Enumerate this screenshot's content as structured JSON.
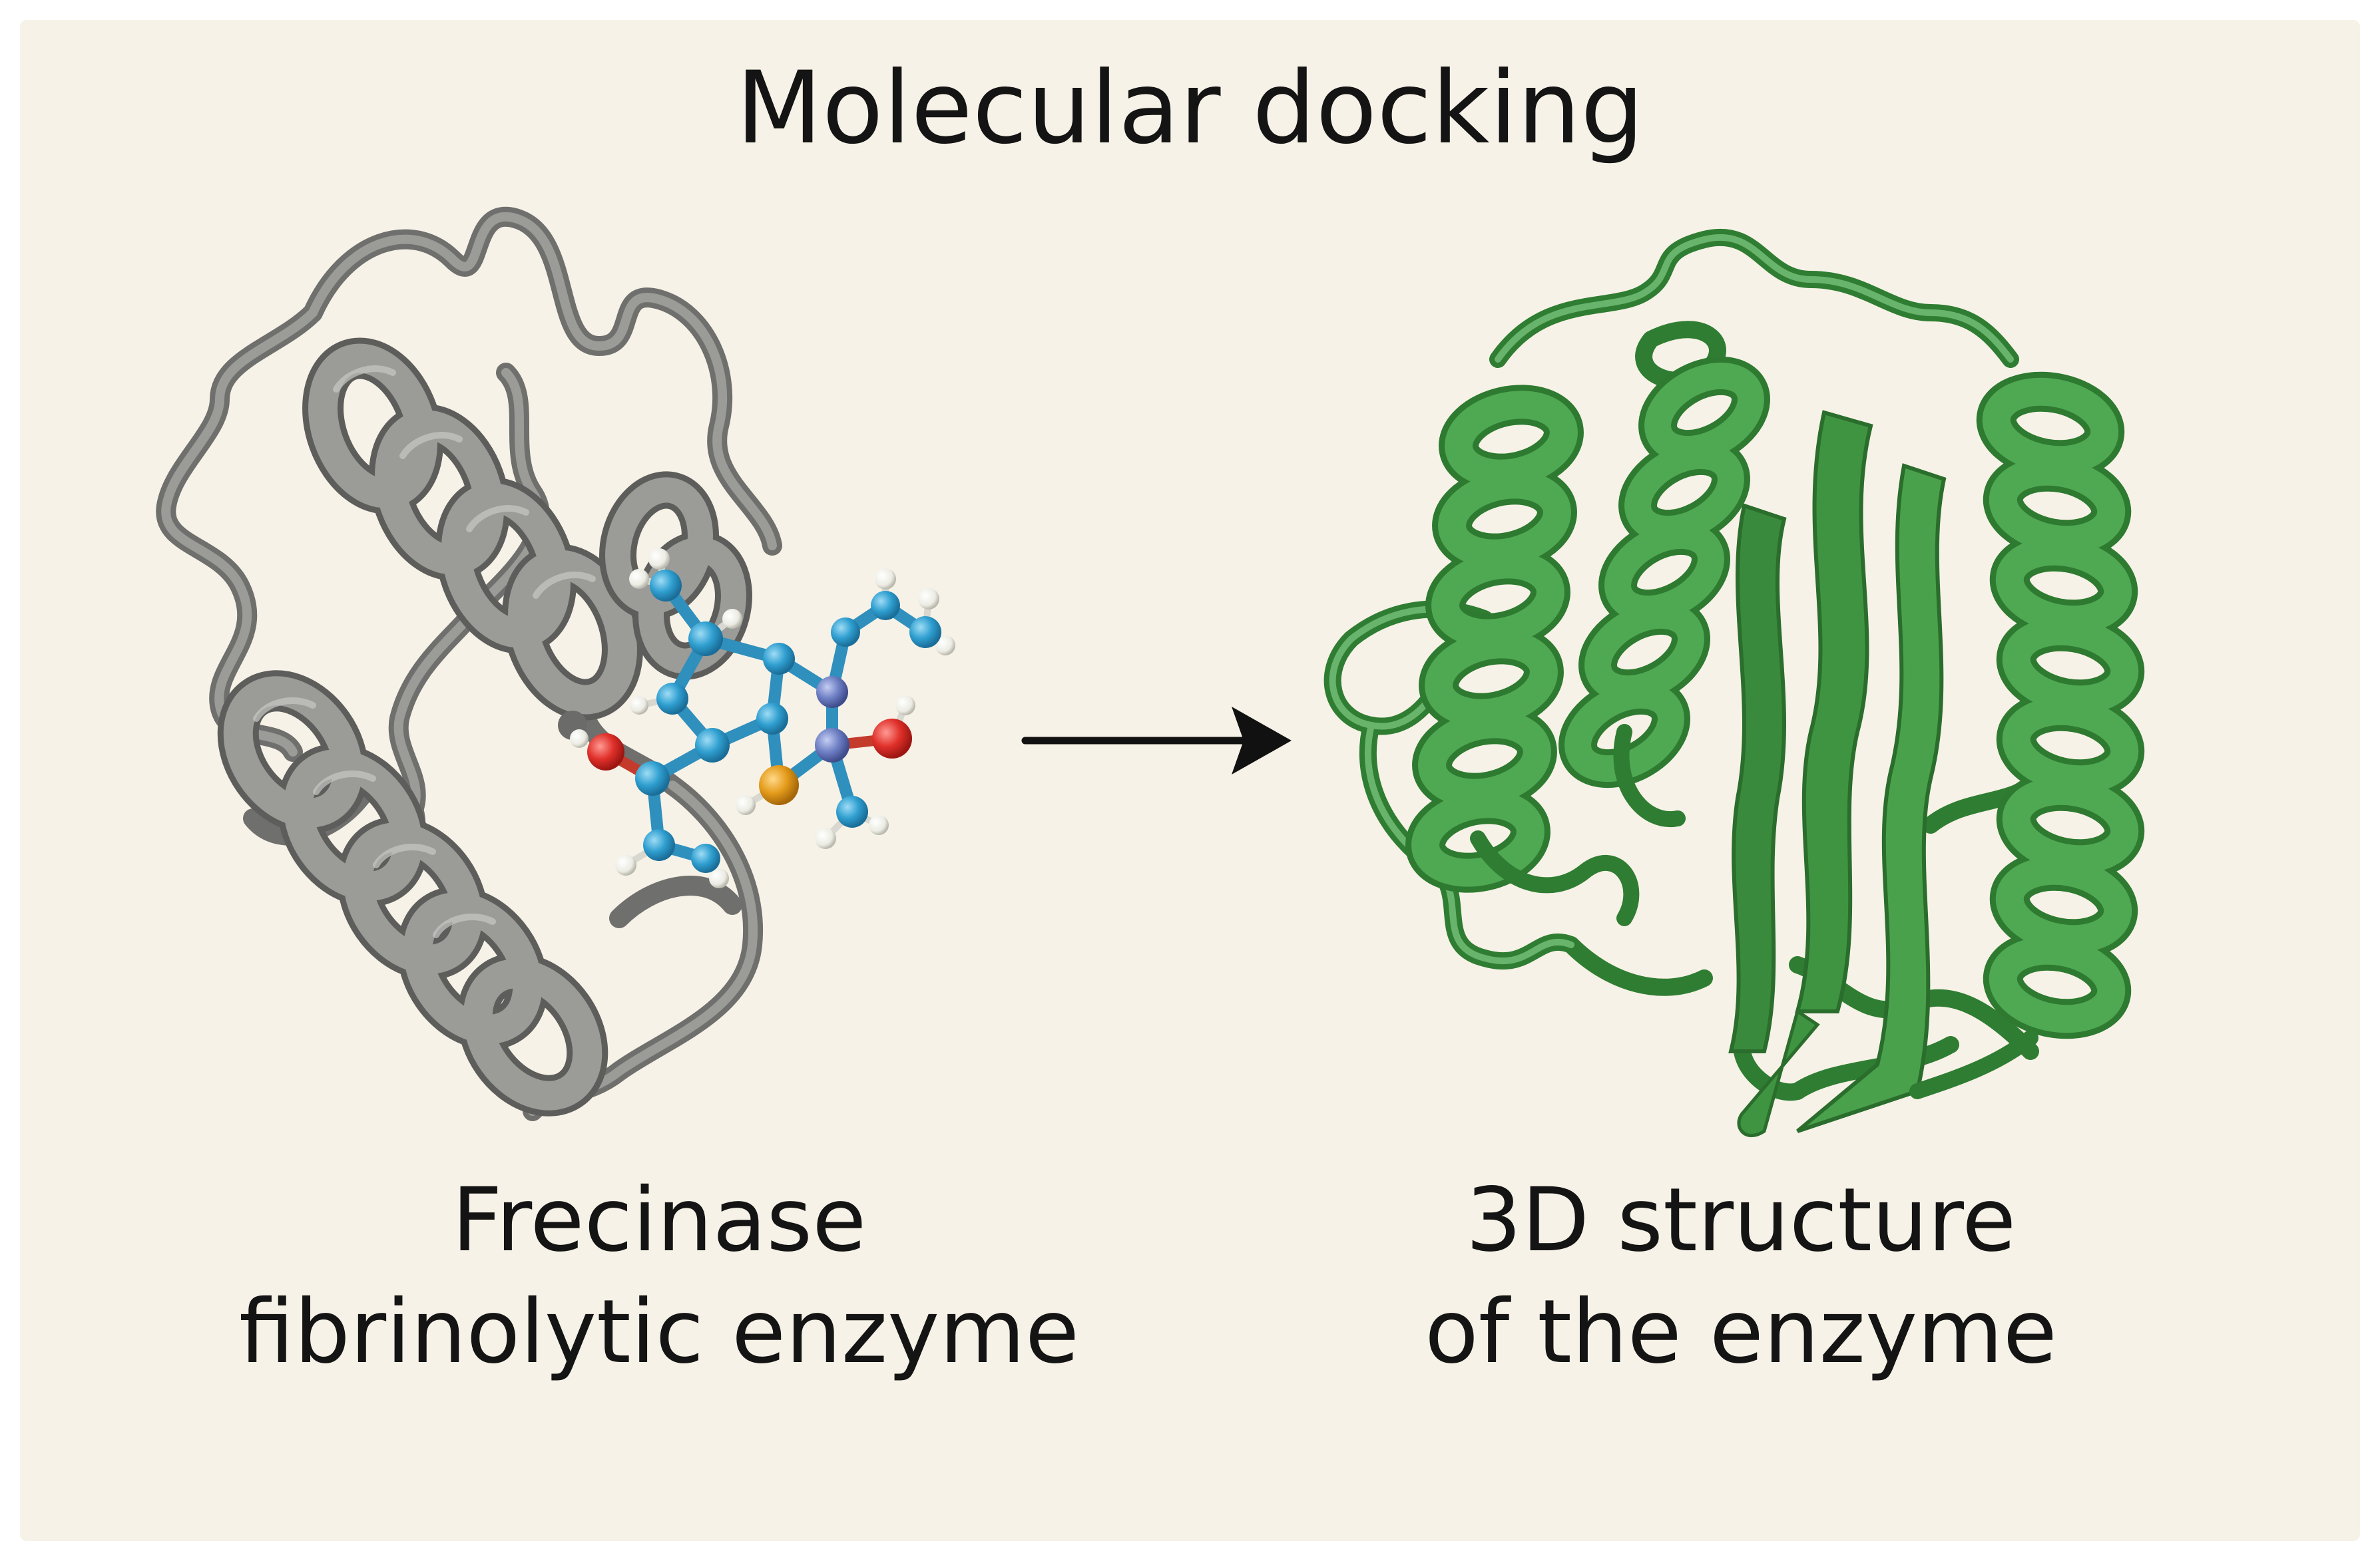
{
  "title": "Molecular docking",
  "left_caption": {
    "line1": "Frecinase",
    "line2": "fibrinolytic enzyme"
  },
  "right_caption": {
    "line1": "3D structure",
    "line2": "of the enzyme"
  },
  "colors": {
    "background": "#f7f2e7",
    "left_protein": "#8d8d8b",
    "right_protein": "#4aa14c",
    "ligand_carbon": "#2f9fd0",
    "ligand_oxygen": "#e0302a",
    "ligand_sulfur": "#e49b1a",
    "ligand_nitrogen": "#6e7fc4",
    "ligand_hydrogen": "#f2f2ec",
    "arrow": "#111111"
  },
  "icons": [
    "gray-ribbon-protein-with-bound-ligand",
    "right-arrow-icon",
    "green-ribbon-protein-structure"
  ]
}
